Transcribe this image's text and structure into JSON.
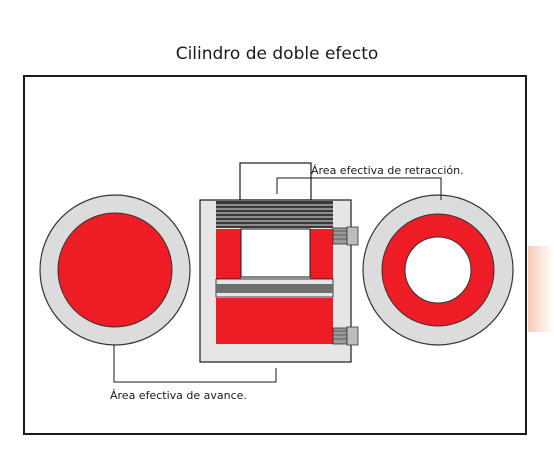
{
  "title": "Cilindro de doble efecto",
  "labels": {
    "retraction_area": "Área efectiva de retracción.",
    "advance_area": "Área efectiva de avance."
  },
  "colors": {
    "piston_red": "#ee1c25",
    "ring_gray": "#dcdcdc",
    "body_gray": "#e6e6e6",
    "rod_dark": "#7a7a7a",
    "outline": "#1a1a1a"
  }
}
